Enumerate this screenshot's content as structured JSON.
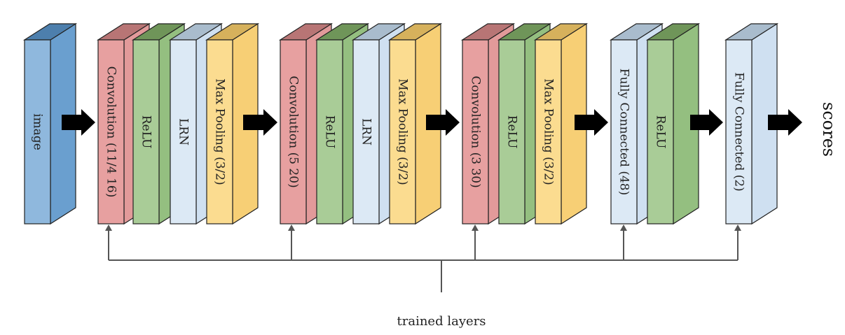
{
  "layers": [
    {
      "label": "image",
      "color": "blue"
    },
    {
      "label": "Convolution (11/4 16)",
      "color": "red"
    },
    {
      "label": "ReLU",
      "color": "green"
    },
    {
      "label": "LRN",
      "color": "lightblue"
    },
    {
      "label": "Max Pooling (3/2)",
      "color": "yellow"
    },
    {
      "label": "Convolution (5 20)",
      "color": "red"
    },
    {
      "label": "ReLU",
      "color": "green"
    },
    {
      "label": "LRN",
      "color": "lightblue"
    },
    {
      "label": "Max Pooling (3/2)",
      "color": "yellow"
    },
    {
      "label": "Convolution (3 30)",
      "color": "red"
    },
    {
      "label": "ReLU",
      "color": "green"
    },
    {
      "label": "Max Pooling (3/2)",
      "color": "yellow"
    },
    {
      "label": "Fully Connected (48)",
      "color": "lightblue"
    },
    {
      "label": "ReLU",
      "color": "green"
    },
    {
      "label": "Fully Connected (2)",
      "color": "lightblue"
    }
  ],
  "output_label": "scores",
  "bottom_label": "trained layers",
  "colors": {
    "blue": {
      "front": "#8fb8dd",
      "side": "#6a9fcf",
      "top": "#4d7fad"
    },
    "red": {
      "front": "#e7a0a0",
      "side": "#e29a9a",
      "top": "#b87575"
    },
    "green": {
      "front": "#a9cc97",
      "side": "#94bf80",
      "top": "#6f9559"
    },
    "lightblue": {
      "front": "#dce9f5",
      "side": "#cfe0f1",
      "top": "#a9bccd"
    },
    "yellow": {
      "front": "#fbdc90",
      "side": "#f7cf75",
      "top": "#d6b15c"
    },
    "arrow": "#000000",
    "line": "#555555"
  }
}
